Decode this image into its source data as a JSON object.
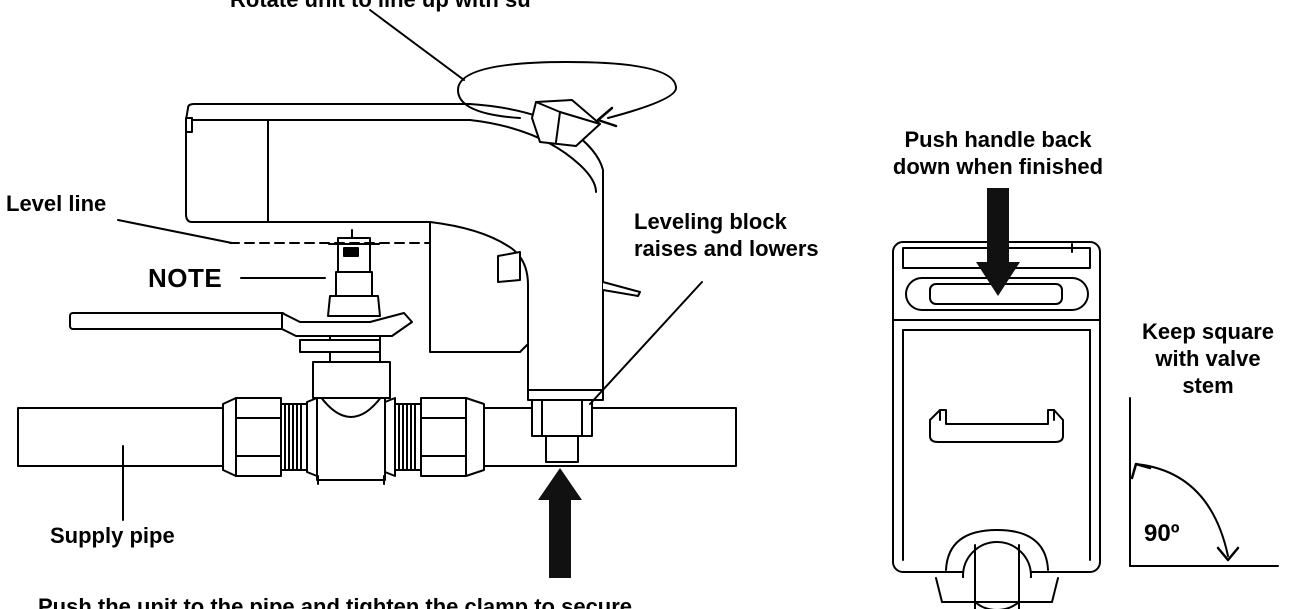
{
  "labels": {
    "top_partial": "Rotate unit to line up with supply",
    "level_line": "Level line",
    "note": "NOTE",
    "leveling_block": [
      "Leveling block",
      "raises and lowers"
    ],
    "supply_pipe": "Supply pipe",
    "push_handle": [
      "Push handle back",
      "down when finished"
    ],
    "keep_square": [
      "Keep square",
      "with valve",
      "stem"
    ],
    "angle": "90º",
    "bottom_partial": "Push the unit to the pipe and tighten the clamp to secure"
  },
  "colors": {
    "line": "#000000",
    "fill": "#ffffff",
    "dark_fill": "#111111"
  },
  "icons": [
    "rotation-arrow-icon",
    "push-up-arrow-icon",
    "push-down-arrow-icon",
    "right-angle-arc-icon"
  ]
}
